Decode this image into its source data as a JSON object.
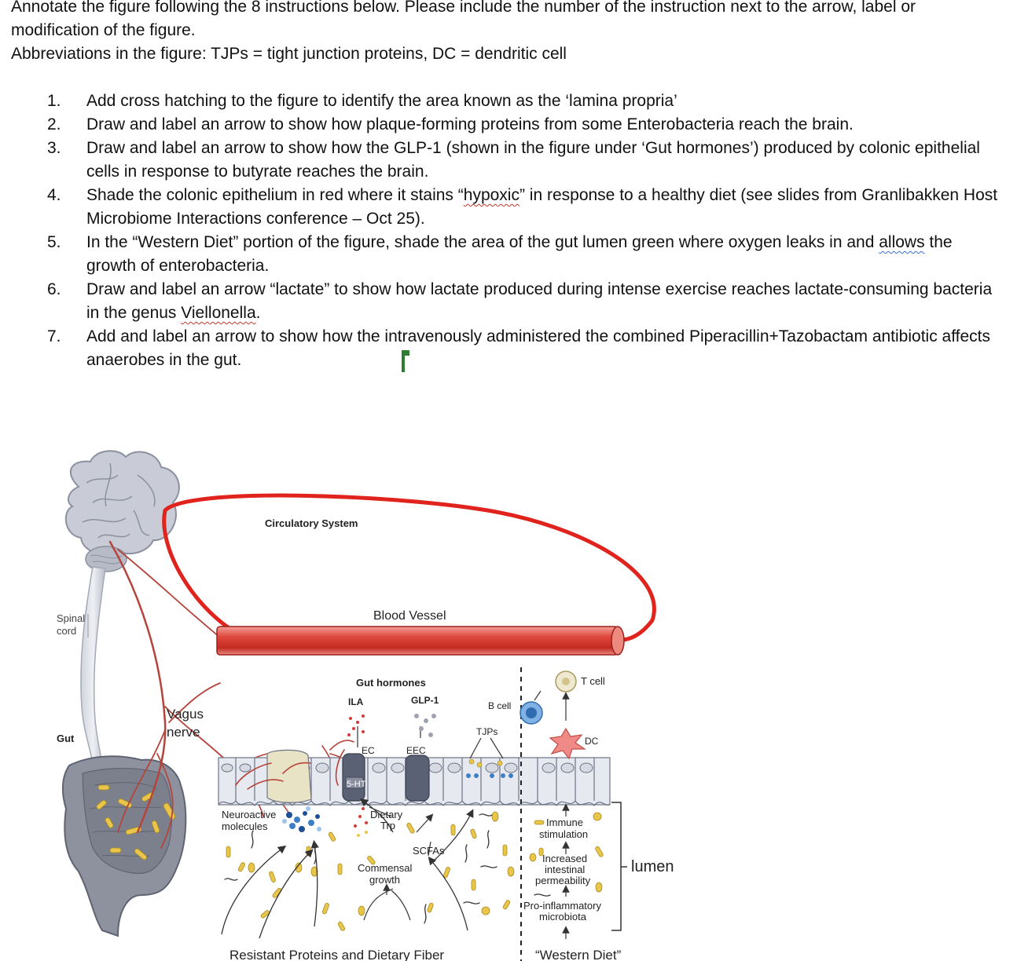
{
  "header": {
    "line1": "Annotate the figure following the 8 instructions below. Please include the number of the instruction next to the arrow, label or",
    "line2": "modification of the figure.",
    "abbrev": "Abbreviations in the figure: TJPs = tight junction proteins, DC = dendritic cell"
  },
  "instructions": [
    {
      "num": "1.",
      "text": "Add cross hatching to the figure to identify the area known as the ‘lamina propria’"
    },
    {
      "num": "2.",
      "text": "Draw and label an arrow to show how plaque-forming proteins from some Enterobacteria reach the brain."
    },
    {
      "num": "3.",
      "text": "Draw and label an arrow to show how the GLP-1 (shown in the figure under ‘Gut hormones’) produced by colonic epithelial cells in response to butyrate reaches the brain."
    },
    {
      "num": "4.",
      "a": "Shade the colonic epithelium in red where it stains “",
      "b": "hypoxic",
      "c": "” in response to a healthy diet (see slides from Granlibakken Host Microbiome Interactions conference – Oct 25)."
    },
    {
      "num": "5.",
      "a": "In the “Western Diet” portion of the figure, shade the area of the gut lumen green where oxygen leaks in and ",
      "b": "allows",
      "c": " the growth of enterobacteria."
    },
    {
      "num": "6.",
      "a": "Draw and label an arrow “lactate” to show how lactate produced during intense exercise reaches lactate-consuming bacteria in the genus ",
      "b": "Viellonella",
      "c": "."
    },
    {
      "num": "7.",
      "text": "Add and label an arrow to show how the intravenously administered the combined Piperacillin+Tazobactam antibiotic affects anaerobes in the gut."
    }
  ],
  "figure": {
    "circulatory": "Circulatory System",
    "spinal": "Spinal",
    "cord": "cord",
    "gut": "Gut",
    "blood_vessel": "Blood Vessel",
    "vagus1": "Vagus",
    "vagus2": "nerve",
    "gut_hormones": "Gut hormones",
    "ila": "ILA",
    "glp1": "GLP-1",
    "b_cell": "B cell",
    "t_cell": "T cell",
    "tjps": "TJPs",
    "dc": "DC",
    "ec": "EC",
    "eec": "EEC",
    "ht5": "5-HT",
    "neuro1": "Neuroactive",
    "neuro2": "molecules",
    "dietary1": "Dietary",
    "dietary2": "Trp",
    "scfas": "SCFAs",
    "commensal1": "Commensal",
    "commensal2": "growth",
    "immune1": "Immune",
    "immune2": "stimulation",
    "incr1": "Increased",
    "incr2": "intestinal",
    "incr3": "permeability",
    "pro1": "Pro-inflammatory",
    "pro2": "microbiota",
    "lumen": "lumen",
    "resistant": "Resistant Proteins and Dietary Fiber",
    "western": "“Western Diet”"
  },
  "colors": {
    "vessel": "#d9342b",
    "annotation_red": "#e0231c",
    "nerve": "#b5443c",
    "brain": "#c9ccd6",
    "gut": "#8e929e",
    "cell": "#e6e9f0",
    "cell_outline": "#6e7486",
    "bacteria": "#e9c64a",
    "cursor": "#2e7d32"
  }
}
